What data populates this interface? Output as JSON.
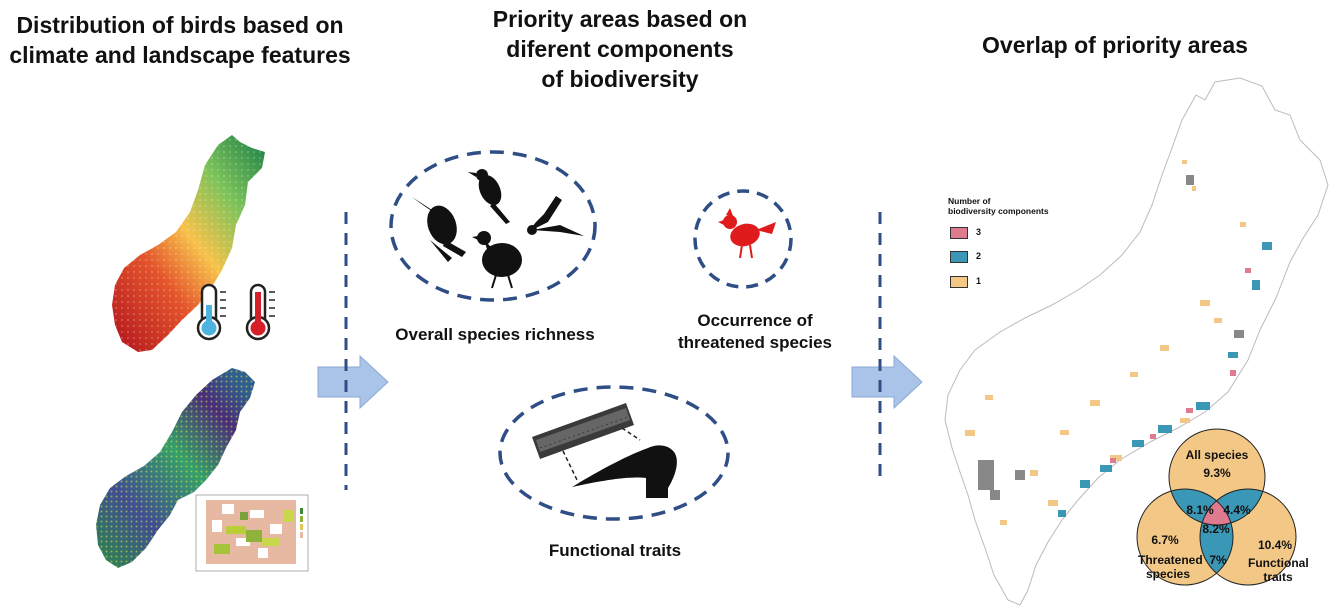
{
  "headings": {
    "left": [
      "Distribution of birds based on",
      "climate and landscape features"
    ],
    "middle": [
      "Priority areas based on",
      "diferent components",
      "of biodiversity"
    ],
    "right": "Overlap of priority areas"
  },
  "labels": {
    "richness": "Overall species richness",
    "threatened": [
      "Occurrence of",
      "threatened species"
    ],
    "functional": "Functional traits"
  },
  "legend": {
    "title": [
      "Number of",
      "biodiversity components"
    ],
    "items": [
      {
        "label": "3",
        "color": "#e07a8e"
      },
      {
        "label": "2",
        "color": "#3a97b6"
      },
      {
        "label": "1",
        "color": "#f3c886"
      }
    ]
  },
  "venn": {
    "all_species": {
      "label": "All species",
      "value": "9.3%"
    },
    "threatened_species": {
      "label": [
        "Threatened",
        "species"
      ],
      "value": "6.7%"
    },
    "functional_traits": {
      "label": [
        "Functional",
        "traits"
      ],
      "value": "10.4%"
    },
    "all_threatened": "8.1%",
    "all_functional": "4.4%",
    "threatened_functional": "7%",
    "center": "8.2%",
    "colors": {
      "single": "#f3c886",
      "double": "#3a97b6",
      "triple": "#e07a8e"
    }
  },
  "colors": {
    "arrow": "#a9c4e8",
    "dash": "#2f4e85",
    "bird": "#111111",
    "threatened_bird": "#e01b1b"
  }
}
